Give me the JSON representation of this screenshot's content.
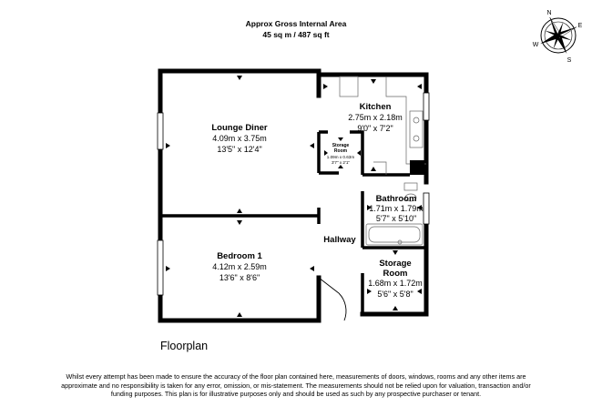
{
  "header": {
    "line1": "Approx Gross Internal Area",
    "line2": "45 sq m / 487 sq ft"
  },
  "compass": {
    "n": "N",
    "e": "E",
    "s": "S",
    "w": "W"
  },
  "rooms": {
    "lounge": {
      "name": "Lounge Diner",
      "metric": "4.09m x 3.75m",
      "imperial": "13'5\" x 12'4\""
    },
    "kitchen": {
      "name": "Kitchen",
      "metric": "2.75m x 2.18m",
      "imperial": "9'0\" x 7'2\""
    },
    "storage_small": {
      "name1": "Storage",
      "name2": "Room",
      "metric": "1.09m x 0.63m",
      "imperial": "3'7\" x 2'1\""
    },
    "bathroom": {
      "name": "Bathroom",
      "metric": "1.71m x 1.79m",
      "imperial": "5'7\" x 5'10\""
    },
    "hallway": {
      "name": "Hallway"
    },
    "bedroom": {
      "name": "Bedroom 1",
      "metric": "4.12m x 2.59m",
      "imperial": "13'6\" x 8'6\""
    },
    "storage": {
      "name1": "Storage",
      "name2": "Room",
      "metric": "1.68m x 1.72m",
      "imperial": "5'6\" x 5'8\""
    }
  },
  "caption": "Floorplan",
  "disclaimer": "Whilst every attempt has been made to ensure the accuracy of the floor plan contained here, measurements of doors, windows, rooms and any other items are approximate and no responsibility is taken for any error, omission, or mis-statement. The measurements should not be relied upon for valuation, transaction and/or funding purposes. This plan is for illustrative purposes only and should be used as such by any prospective purchaser or tenant."
}
